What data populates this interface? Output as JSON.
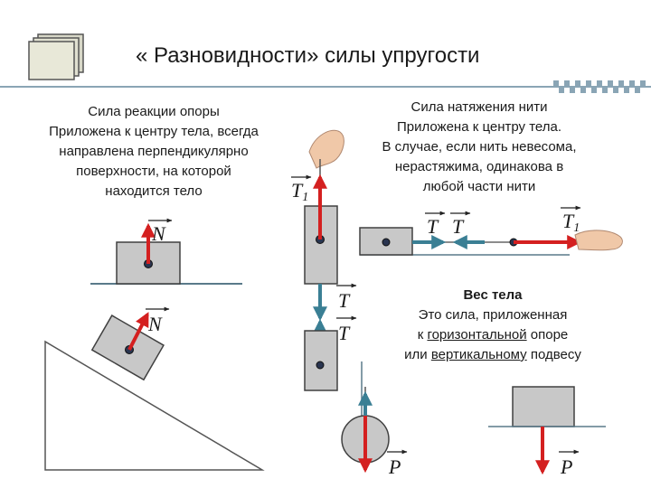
{
  "title": "« Разновидности» силы упругости",
  "support": {
    "heading": "Сила реакции опоры",
    "lines": [
      "Приложена к центру тела, всегда",
      "направлена перпендикулярно",
      "поверхности, на которой",
      "находится тело"
    ]
  },
  "tension": {
    "heading": "Сила натяжения нити",
    "lines": [
      "Приложена к центру тела.",
      "В случае, если нить невесома,",
      "нерастяжима, одинакова в",
      "любой части нити"
    ]
  },
  "weight": {
    "heading": "Вес тела",
    "line1": "Это сила, приложенная",
    "line2_pre": "к ",
    "line2_u": "горизонтальной",
    "line2_post": " опоре",
    "line3_pre": "или ",
    "line3_u": "вертикальному",
    "line3_post": " подвесу"
  },
  "labels": {
    "N": "N",
    "T": "T",
    "T1": "T",
    "T1_sub": "1",
    "P": "P"
  },
  "colors": {
    "block": "#c8c8c8",
    "block_stroke": "#404040",
    "arrow_red": "#d42020",
    "arrow_teal": "#3a7f94",
    "rule": "#8aa5b5"
  }
}
